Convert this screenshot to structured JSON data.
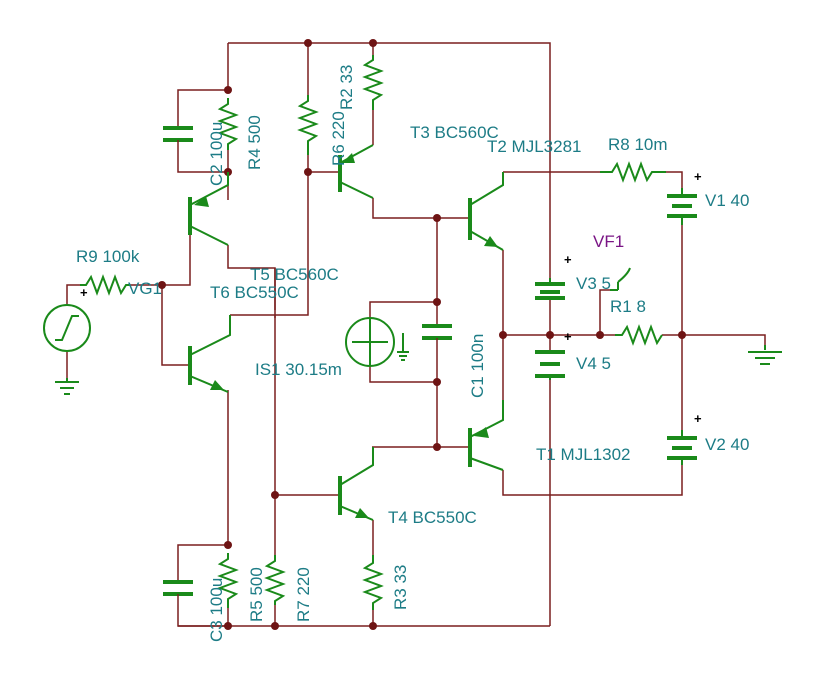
{
  "components": {
    "r9": "R9 100k",
    "vg1": "VG1",
    "r4": "R4 500",
    "c2": "C2 100u",
    "r6": "R6 220",
    "r2": "R2 33",
    "t3": "T3 BC560C",
    "t2": "T2 MJL3281",
    "r8": "R8 10m",
    "v1": "V1 40",
    "vf1": "VF1",
    "v3": "V3 5",
    "r1": "R1 8",
    "t5": "T5 BC560C",
    "t6": "T6 BC550C",
    "is1": "IS1 30.15m",
    "c1": "C1 100n",
    "v4": "V4 5",
    "t1": "T1 MJL1302",
    "v2": "V2 40",
    "t4": "T4 BC550C",
    "c3": "C3 100u",
    "r5": "R5 500",
    "r7": "R7 220",
    "r3": "R3 33"
  },
  "polarity": {
    "plus": "+"
  }
}
